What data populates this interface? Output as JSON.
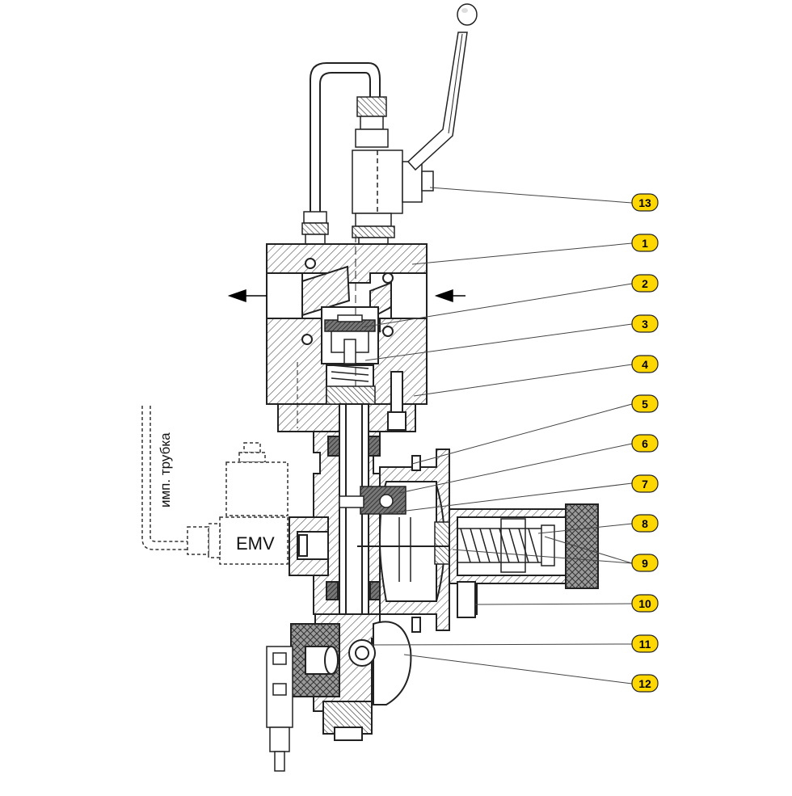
{
  "diagram": {
    "device_label": "EMV",
    "tube_label": "имп. трубка",
    "callout_fill": "#ffd700",
    "line_color": "#222222",
    "hatch_color": "#333333",
    "callouts": [
      "13",
      "1",
      "2",
      "3",
      "4",
      "5",
      "6",
      "7",
      "8",
      "9",
      "10",
      "11",
      "12"
    ]
  }
}
